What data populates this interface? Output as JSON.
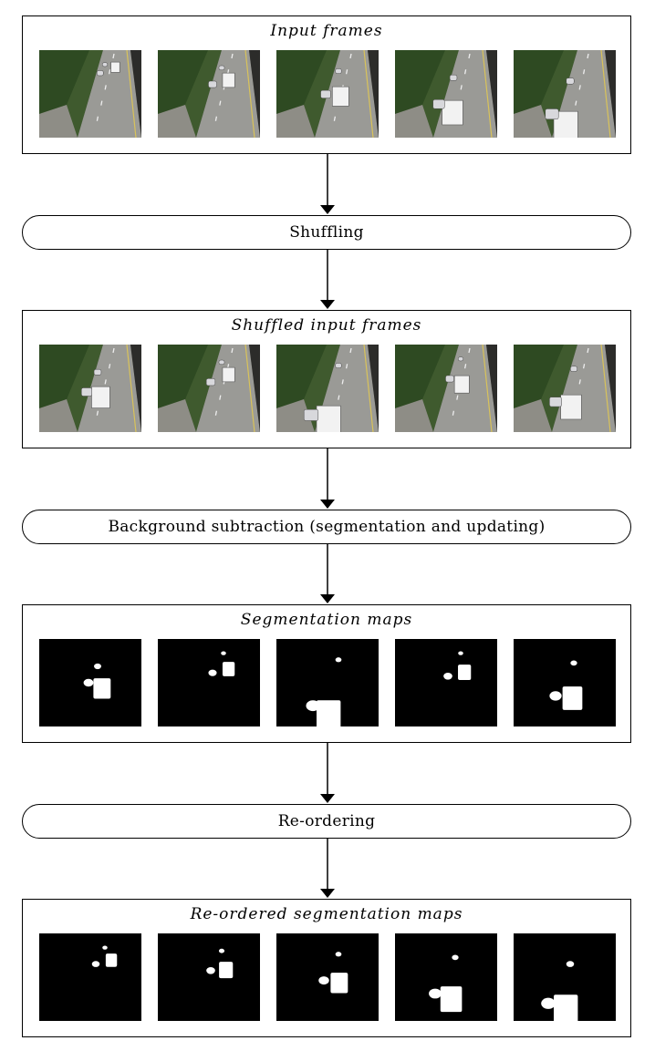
{
  "panels": [
    {
      "title": "Input frames",
      "kind": "photo",
      "frames": [
        {
          "truck": 0.1,
          "cars": [
            0.05,
            0.18
          ]
        },
        {
          "truck": 0.3,
          "cars": [
            0.1,
            0.35
          ]
        },
        {
          "truck": 0.55,
          "cars": [
            0.15,
            0.5
          ]
        },
        {
          "truck": 0.8,
          "cars": [
            0.25,
            0.65
          ]
        },
        {
          "truck": 1.0,
          "cars": [
            0.3,
            0.8
          ]
        }
      ]
    },
    {
      "title": "Shuffled input frames",
      "kind": "photo",
      "frames": [
        {
          "truck": 0.65,
          "cars": [
            0.25,
            0.55
          ]
        },
        {
          "truck": 0.3,
          "cars": [
            0.1,
            0.4
          ]
        },
        {
          "truck": 1.0,
          "cars": [
            0.15,
            0.9
          ]
        },
        {
          "truck": 0.45,
          "cars": [
            0.05,
            0.35
          ]
        },
        {
          "truck": 0.8,
          "cars": [
            0.2,
            0.7
          ]
        }
      ]
    },
    {
      "title": "Segmentation maps",
      "kind": "mask",
      "frames": [
        {
          "truck": 0.6,
          "cars": [
            0.25,
            0.5
          ]
        },
        {
          "truck": 0.3,
          "cars": [
            0.05,
            0.35
          ]
        },
        {
          "truck": 1.0,
          "cars": [
            0.15,
            0.85
          ]
        },
        {
          "truck": 0.35,
          "cars": [
            0.05,
            0.4
          ]
        },
        {
          "truck": 0.75,
          "cars": [
            0.2,
            0.7
          ]
        }
      ]
    },
    {
      "title": "Re-ordered segmentation maps",
      "kind": "mask",
      "frames": [
        {
          "truck": 0.25,
          "cars": [
            0.05,
            0.3
          ]
        },
        {
          "truck": 0.4,
          "cars": [
            0.1,
            0.4
          ]
        },
        {
          "truck": 0.6,
          "cars": [
            0.15,
            0.55
          ]
        },
        {
          "truck": 0.85,
          "cars": [
            0.2,
            0.75
          ]
        },
        {
          "truck": 1.0,
          "cars": [
            0.3,
            0.9
          ]
        }
      ]
    }
  ],
  "steps": [
    {
      "label": "Shuffling"
    },
    {
      "label": "Background subtraction (segmentation and updating)"
    },
    {
      "label": "Re-ordering"
    }
  ]
}
